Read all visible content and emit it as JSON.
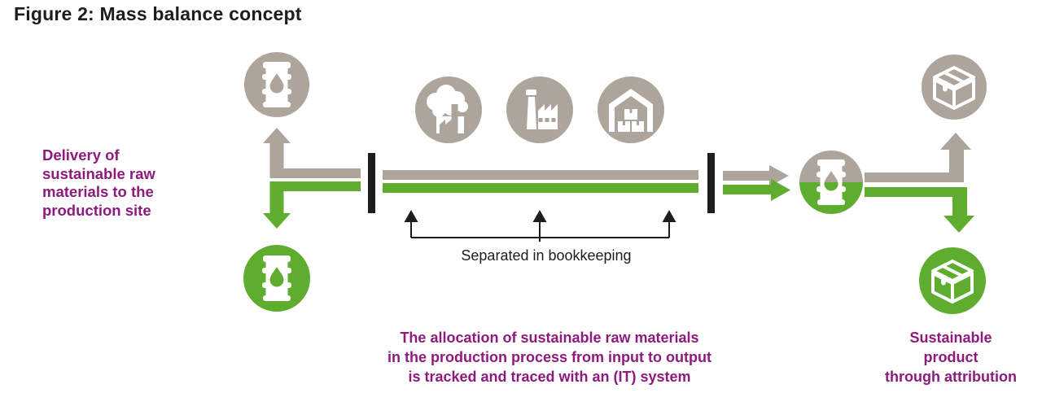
{
  "title": "Figure 2: Mass balance concept",
  "colors": {
    "magenta": "#8e1a7d",
    "green": "#5fad2f",
    "gray": "#ada59b",
    "ink": "#1d1d1b"
  },
  "labels": {
    "delivery": "Delivery of\nsustainable raw\nmaterials to the\nproduction site",
    "bookkeeping": "Separated in bookkeeping",
    "allocation": "The allocation of sustainable raw materials\nin the production process from input to output\nis tracked and traced with an (IT) system",
    "attribution": "Sustainable\nproduct\nthrough attribution"
  },
  "nodes": {
    "input_conventional": {
      "icon": "oil-drum-icon",
      "color": "gray"
    },
    "input_sustainable": {
      "icon": "oil-drum-icon",
      "color": "green"
    },
    "process_smoking_factory": {
      "icon": "factory-smoke-icon",
      "color": "gray"
    },
    "process_factory": {
      "icon": "factory-icon",
      "color": "gray"
    },
    "process_warehouse": {
      "icon": "warehouse-icon",
      "color": "gray"
    },
    "mixed_output": {
      "icon": "oil-drum-icon",
      "color": "gray+green"
    },
    "product_conventional": {
      "icon": "package-box-icon",
      "color": "gray"
    },
    "product_sustainable": {
      "icon": "package-box-icon",
      "color": "green"
    }
  }
}
